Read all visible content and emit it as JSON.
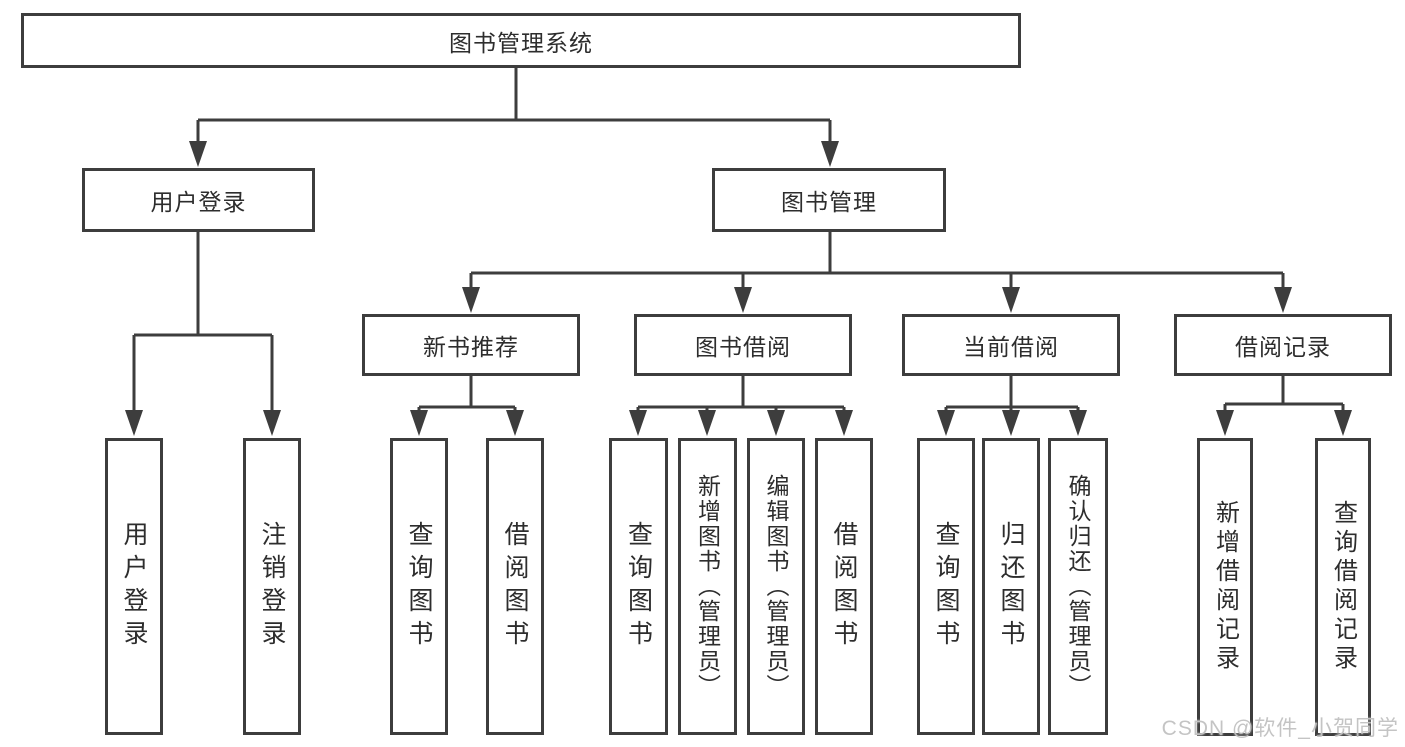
{
  "tree": {
    "label": "图书管理系统",
    "children": [
      {
        "label": "用户登录",
        "children": [
          {
            "label": "用户登录"
          },
          {
            "label": "注销登录"
          }
        ]
      },
      {
        "label": "图书管理",
        "children": [
          {
            "label": "新书推荐",
            "children": [
              {
                "label": "查询图书"
              },
              {
                "label": "借阅图书"
              }
            ]
          },
          {
            "label": "图书借阅",
            "children": [
              {
                "label": "查询图书"
              },
              {
                "label": "新增图书（管理员）"
              },
              {
                "label": "编辑图书（管理员）"
              },
              {
                "label": "借阅图书"
              }
            ]
          },
          {
            "label": "当前借阅",
            "children": [
              {
                "label": "查询图书"
              },
              {
                "label": "归还图书"
              },
              {
                "label": "确认归还（管理员）"
              }
            ]
          },
          {
            "label": "借阅记录",
            "children": [
              {
                "label": "新增借阅记录"
              },
              {
                "label": "查询借阅记录"
              }
            ]
          }
        ]
      }
    ]
  },
  "watermark": {
    "text": "CSDN @软件_小贺同学"
  },
  "colors": {
    "line": "#3d3d3d",
    "text": "#2d2d2d",
    "background": "#ffffff",
    "watermark": "#c1c1c1"
  }
}
